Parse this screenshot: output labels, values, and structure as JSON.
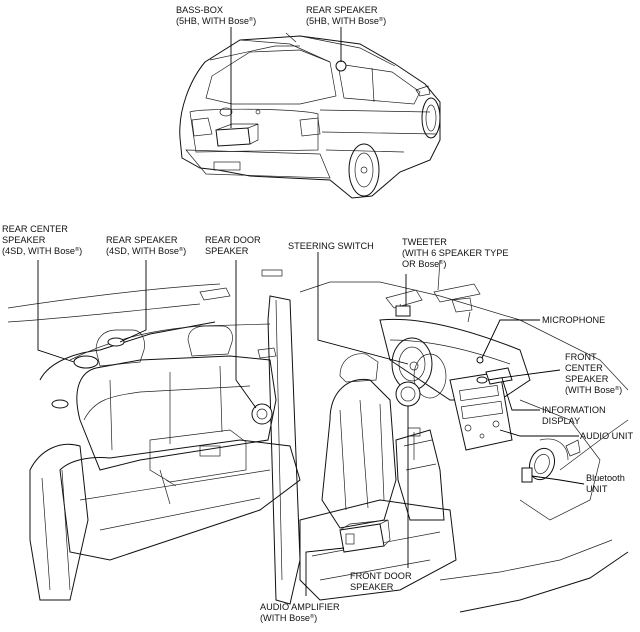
{
  "labels": {
    "bass_box": {
      "l1": "BASS-BOX",
      "l2": "(5HB, WITH Bose",
      "reg": "®",
      "close": ")"
    },
    "rear_speaker_5hb": {
      "l1": "REAR SPEAKER",
      "l2": "(5HB, WITH Bose",
      "reg": "®",
      "close": ")"
    },
    "rear_center_speaker": {
      "l1": "REAR CENTER",
      "l2": "SPEAKER",
      "l3": "(4SD, WITH Bose",
      "reg": "®",
      "close": ")"
    },
    "rear_speaker_4sd": {
      "l1": "REAR SPEAKER",
      "l2": "(4SD, WITH Bose",
      "reg": "®",
      "close": ")"
    },
    "rear_door_speaker": {
      "l1": "REAR DOOR",
      "l2": "SPEAKER"
    },
    "steering_switch": {
      "l1": "STEERING SWITCH"
    },
    "tweeter": {
      "l1": "TWEETER",
      "l2": "(WITH 6 SPEAKER TYPE",
      "l3": "OR Bose",
      "reg": "®",
      "close": ")"
    },
    "microphone": {
      "l1": "MICROPHONE"
    },
    "front_center_speaker": {
      "l1": "FRONT",
      "l2": "CENTER",
      "l3": "SPEAKER",
      "l4": "(WITH Bose",
      "reg": "®",
      "close": ")"
    },
    "information_display": {
      "l1": "INFORMATION",
      "l2": "DISPLAY"
    },
    "audio_unit": {
      "l1": "AUDIO UNIT"
    },
    "bluetooth_unit": {
      "l1": "Bluetooth",
      "l2": "UNIT"
    },
    "front_door_speaker": {
      "l1": "FRONT DOOR",
      "l2": "SPEAKER"
    },
    "audio_amplifier": {
      "l1": "AUDIO AMPLIFIER",
      "l2": "(WITH Bose",
      "reg": "®",
      "close": ")"
    }
  }
}
